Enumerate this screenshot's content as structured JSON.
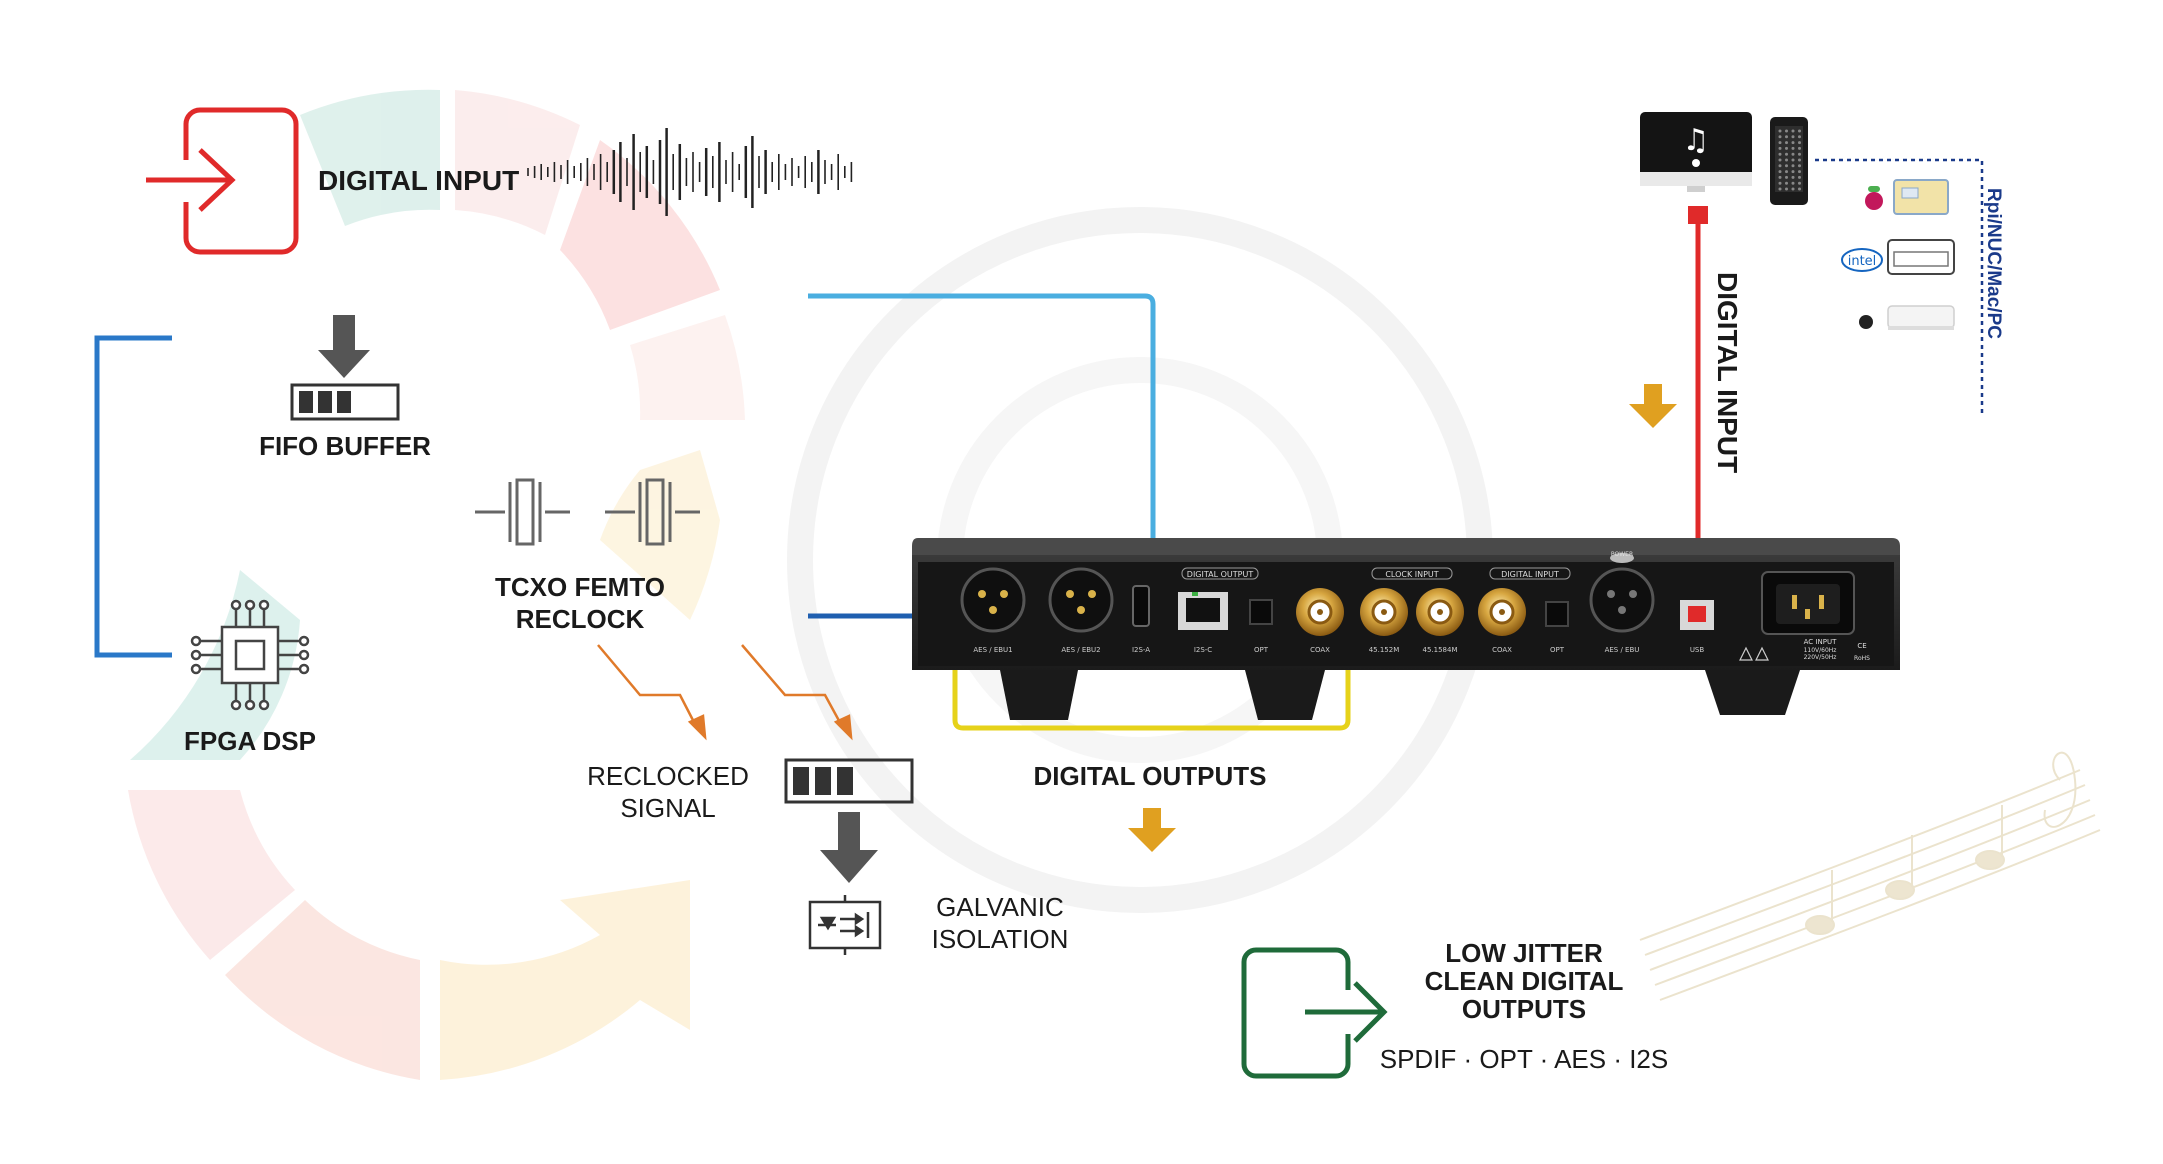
{
  "labels": {
    "digital_input": "DIGITAL INPUT",
    "fifo_buffer": "FIFO BUFFER",
    "tcxo_line1": "TCXO FEMTO",
    "tcxo_line2": "RECLOCK",
    "fpga_dsp": "FPGA DSP",
    "reclocked_line1": "RECLOCKED",
    "reclocked_line2": "SIGNAL",
    "galvanic_line1": "GALVANIC",
    "galvanic_line2": "ISOLATION",
    "digital_outputs": "DIGITAL OUTPUTS",
    "low_jitter_line1": "LOW JITTER",
    "low_jitter_line2": "CLEAN DIGITAL",
    "low_jitter_line3": "OUTPUTS",
    "output_formats": "SPDIF · OPT · AES · I2S",
    "digital_input_vertical": "DIGITAL INPUT",
    "source_list_vertical": "Rpi/NUC/Mac/PC",
    "intel_badge": "intel"
  },
  "device": {
    "section_digital_output": "DIGITAL OUTPUT",
    "section_clock_input": "CLOCK INPUT",
    "section_digital_input": "DIGITAL INPUT",
    "power_label": "POWER",
    "port_labels": [
      "AES / EBU1",
      "AES / EBU2",
      "I2S-A",
      "I2S-C",
      "OPT",
      "COAX",
      "45.152M",
      "45.1584M",
      "COAX",
      "OPT",
      "AES / EBU",
      "USB"
    ],
    "ac_input_label": "AC INPUT",
    "ac_input_spec_1": "110V/60Hz",
    "ac_input_spec_2": "220V/50Hz",
    "cert_labels": [
      "CE",
      "RoHS"
    ]
  },
  "colors": {
    "input_red": "#e02a2a",
    "output_green": "#1f6b3a",
    "blue_line": "#4aaee0",
    "blue_line_dark": "#1f5fb0",
    "yellow_line": "#e6d21a",
    "orange_arrow": "#e07a2a",
    "gold_arrow": "#e0a020",
    "navy": "#1a3a8a"
  },
  "icons": [
    "input-arrow-icon",
    "waveform-icon",
    "down-arrow-icon",
    "buffer-bar-icon",
    "crystal-oscillator-icon",
    "chip-icon",
    "optocoupler-icon",
    "output-arrow-icon",
    "monitor-icon",
    "tower-pc-icon",
    "raspberry-pi-icon",
    "intel-nuc-icon",
    "mac-mini-icon",
    "music-notes-icon"
  ]
}
